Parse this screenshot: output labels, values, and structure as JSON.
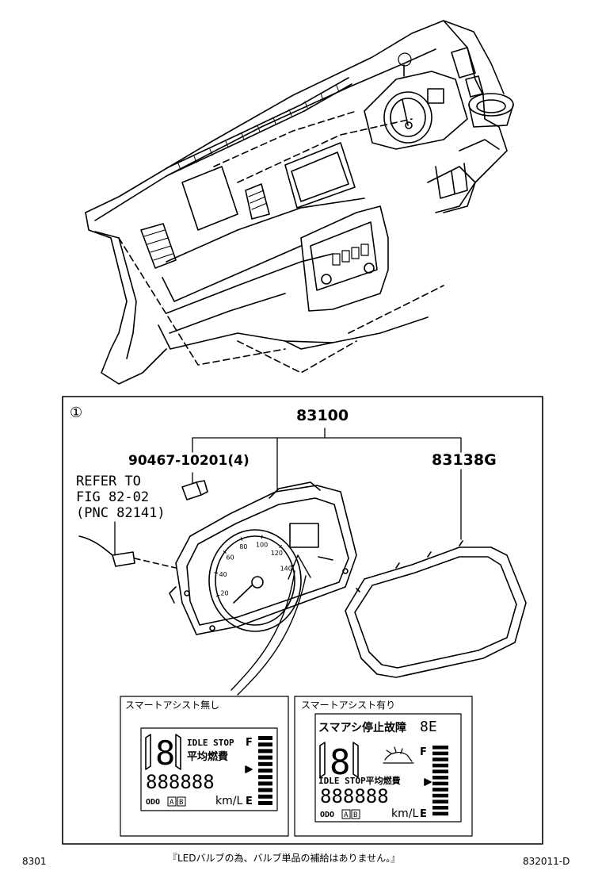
{
  "callout_marker": "①",
  "parts": {
    "assembly": "83100",
    "screw": "90467-10201(4)",
    "lens": "83138G",
    "refer": [
      "REFER TO",
      "FIG 82-02",
      "(PNC 82141)"
    ]
  },
  "gauge_ticks": [
    "20",
    "40",
    "60",
    "80",
    "100",
    "120",
    "140"
  ],
  "lcd_panels": [
    {
      "caption": "スマートアシスト無し",
      "line1": "IDLE STOP",
      "line2": "平均燃費",
      "digits": "888888",
      "odo": "ODO",
      "trip_a": "A",
      "trip_b": "B",
      "unit": "km/L",
      "fuel_full": "F",
      "fuel_empty": "E"
    },
    {
      "caption": "スマートアシスト有り",
      "header": "スマアシ停止故障",
      "header_seg": "8E",
      "line1": "IDLE STOP平均燃費",
      "digits": "888888",
      "odo": "ODO",
      "trip_a": "A",
      "trip_b": "B",
      "unit": "km/L",
      "fuel_full": "F",
      "fuel_empty": "E"
    }
  ],
  "footer": {
    "left": "8301",
    "note": "『LEDバルブの為、バルブ単品の補給はありません。』",
    "right": "832011-D"
  }
}
